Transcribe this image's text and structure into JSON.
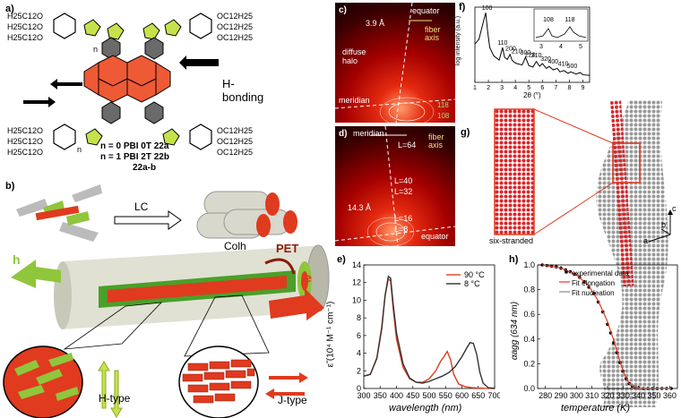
{
  "panels": {
    "a": {
      "label": "a)",
      "chains_left": [
        "H25C12O",
        "H25C12O",
        "H25C12O"
      ],
      "chains_right": [
        "OC12H25",
        "OC12H25",
        "OC12H25"
      ],
      "n_label": "n",
      "hbond": "H-bonding",
      "legend": [
        "n = 0 PBI 0T 22a",
        "n = 1 PBI 2T 22b",
        "22a-b"
      ]
    },
    "b": {
      "label": "b)",
      "lc": "LC",
      "colh": "Colh",
      "pet": "PET",
      "hplus": "h",
      "eminus": "e",
      "htype": "H-type",
      "jtype": "J-type"
    },
    "c": {
      "label": "c)",
      "spacing": "3.9 Å",
      "equator": "equator",
      "fiber_axis": "fiber axis",
      "diffuse": "diffuse halo",
      "meridian": "meridian",
      "refl": [
        "118",
        "108"
      ]
    },
    "d": {
      "label": "d)",
      "meridian": "meridian",
      "fiber_axis": "fiber axis",
      "spacing": "14.3 Å",
      "equator": "equator",
      "layer_lines": [
        "L=64",
        "L=40",
        "L=32",
        "L=16",
        "L=8"
      ]
    },
    "e": {
      "label": "e)",
      "ylabel": "ε̃ (10⁴ M⁻¹ cm⁻¹)",
      "xlabel": "wavelength (nm)",
      "legend_hi": "90 °C",
      "legend_lo": "8 °C"
    },
    "f": {
      "label": "f)",
      "ylabel": "log intensity (a.u.)",
      "xlabel": "2θ (°)",
      "peaks": [
        "100",
        "110",
        "200",
        "210",
        "300",
        "220",
        "310",
        "320",
        "400",
        "410",
        "500"
      ],
      "inset_peaks": [
        "108",
        "118"
      ],
      "inset_ticks": [
        "3",
        "4",
        "5"
      ]
    },
    "g": {
      "label": "g)",
      "caption": "six-stranded",
      "axes": [
        "c",
        "b",
        "a"
      ]
    },
    "h": {
      "label": "h)",
      "ylabel": "αagg (634 nm)",
      "xlabel": "temperature (K)",
      "legend": [
        "experimental data",
        "Fit elongation",
        "Fit nucleation"
      ]
    }
  },
  "colors": {
    "red": "#e03a1f",
    "green": "#8fc63c",
    "grey": "#8a8a8a",
    "dark": "#333333"
  },
  "chart_data": [
    {
      "type": "line",
      "id": "e",
      "xlabel": "wavelength (nm)",
      "ylabel": "ε̃ (10⁴ M⁻¹ cm⁻¹)",
      "xlim": [
        300,
        700
      ],
      "ylim": [
        0,
        14
      ],
      "xticks": [
        300,
        350,
        400,
        450,
        500,
        550,
        600,
        650,
        700
      ],
      "yticks": [
        0,
        2,
        4,
        6,
        8,
        10,
        12,
        14
      ],
      "series": [
        {
          "name": "90 °C",
          "color": "#e03a1f",
          "x": [
            300,
            320,
            340,
            355,
            365,
            375,
            382,
            390,
            400,
            420,
            440,
            460,
            480,
            500,
            520,
            535,
            545,
            555,
            565,
            575,
            590,
            610,
            630,
            650,
            670,
            700
          ],
          "y": [
            1.4,
            1.6,
            3.5,
            7.0,
            10.5,
            12.4,
            12.2,
            9.0,
            5.6,
            2.4,
            1.1,
            0.7,
            0.7,
            1.1,
            2.0,
            3.1,
            3.6,
            4.2,
            3.3,
            1.6,
            0.5,
            0.2,
            0.1,
            0.05,
            0.02,
            0
          ]
        },
        {
          "name": "8 °C",
          "color": "#333333",
          "x": [
            300,
            320,
            340,
            355,
            365,
            375,
            382,
            390,
            400,
            420,
            440,
            460,
            480,
            500,
            520,
            540,
            560,
            580,
            600,
            615,
            625,
            635,
            645,
            655,
            665,
            680,
            700
          ],
          "y": [
            1.4,
            1.6,
            3.4,
            6.8,
            10.5,
            12.7,
            12.5,
            9.5,
            6.3,
            2.8,
            1.2,
            0.7,
            0.6,
            0.8,
            1.1,
            1.4,
            1.8,
            2.5,
            3.6,
            4.6,
            5.2,
            5.1,
            3.9,
            1.8,
            0.6,
            0.1,
            0
          ]
        }
      ]
    },
    {
      "type": "line",
      "id": "f",
      "xlabel": "2θ (°)",
      "ylabel": "log intensity (a.u.)",
      "xlim": [
        1,
        9.5
      ],
      "xticks": [
        1,
        2,
        3,
        4,
        5,
        6,
        7,
        8,
        9
      ],
      "series": [
        {
          "name": "",
          "x": [
            1.0,
            1.3,
            1.6,
            1.8,
            1.95,
            2.1,
            2.4,
            2.8,
            3.05,
            3.2,
            3.4,
            3.6,
            3.75,
            3.9,
            4.1,
            4.5,
            4.75,
            5.0,
            5.3,
            5.55,
            5.8,
            6.0,
            6.3,
            6.5,
            6.8,
            7.1,
            7.3,
            7.6,
            7.9,
            8.1,
            8.5,
            8.8,
            9.0,
            9.5
          ],
          "y": [
            0.55,
            0.62,
            0.85,
            1.0,
            0.72,
            0.5,
            0.38,
            0.32,
            0.5,
            0.36,
            0.33,
            0.4,
            0.32,
            0.29,
            0.27,
            0.25,
            0.36,
            0.24,
            0.22,
            0.3,
            0.23,
            0.27,
            0.2,
            0.23,
            0.18,
            0.2,
            0.15,
            0.17,
            0.13,
            0.15,
            0.12,
            0.14,
            0.11,
            0.1
          ]
        }
      ]
    },
    {
      "type": "scatter",
      "id": "h",
      "xlabel": "temperature (K)",
      "ylabel": "αagg (634 nm)",
      "xlim": [
        275,
        365
      ],
      "ylim": [
        0,
        1.0
      ],
      "xticks": [
        280,
        290,
        300,
        310,
        320,
        330,
        340,
        350,
        360
      ],
      "yticks": [
        0.0,
        0.2,
        0.4,
        0.6,
        0.8,
        1.0
      ],
      "series": [
        {
          "name": "experimental data",
          "color": "#000000",
          "x": [
            278,
            281,
            284,
            287,
            290,
            293,
            296,
            299,
            302,
            305,
            308,
            311,
            314,
            317,
            320,
            322,
            324,
            326,
            328,
            330,
            332,
            334,
            336,
            338,
            340,
            343,
            346,
            349,
            352,
            355,
            358,
            361
          ],
          "y": [
            1.0,
            0.995,
            0.99,
            0.985,
            0.975,
            0.96,
            0.945,
            0.925,
            0.9,
            0.865,
            0.82,
            0.77,
            0.7,
            0.62,
            0.52,
            0.45,
            0.37,
            0.29,
            0.21,
            0.14,
            0.08,
            0.04,
            0.02,
            0.01,
            0.005,
            0,
            0,
            0,
            0,
            0,
            0,
            0
          ]
        },
        {
          "name": "Fit elongation",
          "color": "#e03a1f",
          "x": [
            278,
            290,
            300,
            308,
            314,
            320,
            324,
            328,
            331,
            334,
            337,
            340,
            361
          ],
          "y": [
            1.0,
            0.975,
            0.92,
            0.83,
            0.71,
            0.54,
            0.39,
            0.22,
            0.11,
            0.04,
            0.01,
            0,
            0
          ]
        },
        {
          "name": "Fit nucleation",
          "color": "#888888",
          "x": [
            334,
            340,
            350,
            361
          ],
          "y": [
            0.04,
            0.005,
            0,
            0
          ]
        }
      ]
    }
  ]
}
